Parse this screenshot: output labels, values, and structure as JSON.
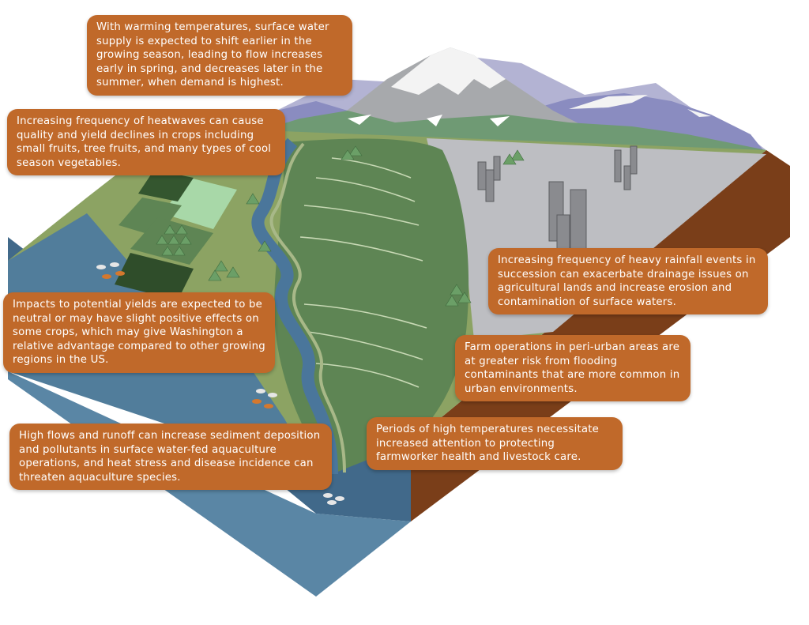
{
  "callouts": {
    "surface_water": "With warming temperatures, surface water supply is expected to shift earlier in the growing season, leading to flow increases early in spring, and decreases later in the summer, when demand is highest.",
    "heatwaves": "Increasing frequency of heatwaves can cause quality and yield declines in crops including small fruits, tree fruits, and many types of cool season vegetables.",
    "heavy_rainfall": "Increasing frequency of heavy rainfall events in succession can exacerbate drainage issues on agricultural lands and increase erosion and contamination of surface waters.",
    "potential_yields": "Impacts to potential yields are expected to be neutral or may have slight positive effects on some crops, which may give Washington a relative advantage compared to other growing regions in the US.",
    "peri_urban": "Farm operations in peri-urban areas are at greater risk from flooding contaminants that are more common in urban environments.",
    "high_temperatures": "Periods of high temperatures necessitate increased attention to protecting farmworker health and livestock care.",
    "high_flows": "High flows and runoff can increase sediment deposition and pollutants in surface water-fed aquaculture operations, and heat stress and disease incidence can threaten aquaculture species."
  },
  "colors": {
    "callout_bg": "#c0692a",
    "callout_text": "#ffffff",
    "water": "#517d9b",
    "river": "#4a769b",
    "farmland": "#5e8554",
    "light_green": "#8ca363",
    "urban": "#bdbec2",
    "soil": "#7a3e19",
    "mountain_snow": "#f3f3f3",
    "mountain_purple": "#8a8cc0"
  }
}
